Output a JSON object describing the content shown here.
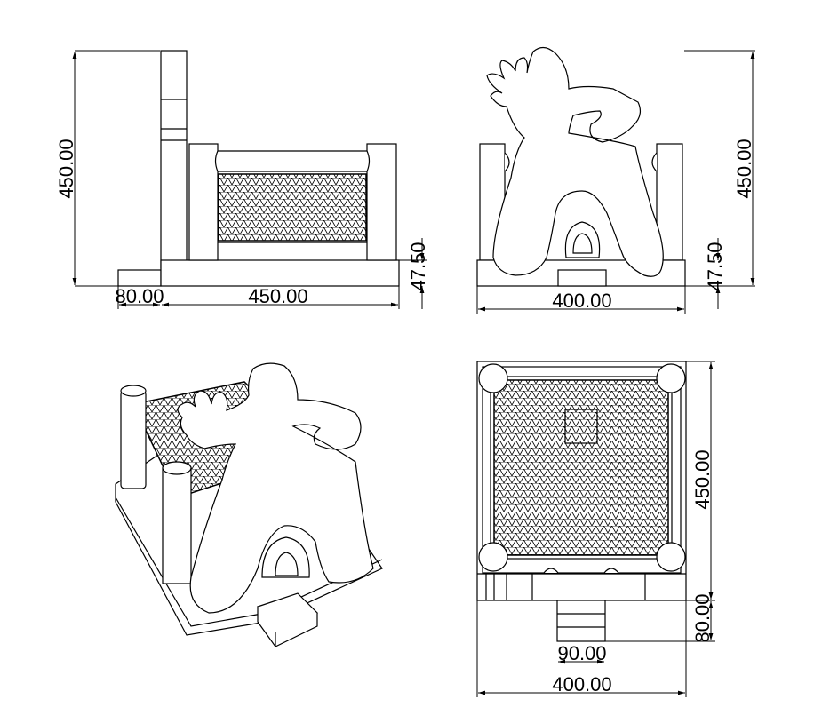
{
  "side_view": {
    "height_label": "450.00",
    "step_label": "80.00",
    "length_label": "450.00",
    "base_label": "47.50"
  },
  "front_view": {
    "height_label": "450.00",
    "width_label": "400.00",
    "base_label": "47.50"
  },
  "top_view": {
    "depth_label": "450.00",
    "step_label": "80.00",
    "step_width_label": "90.00",
    "width_label": "400.00"
  }
}
